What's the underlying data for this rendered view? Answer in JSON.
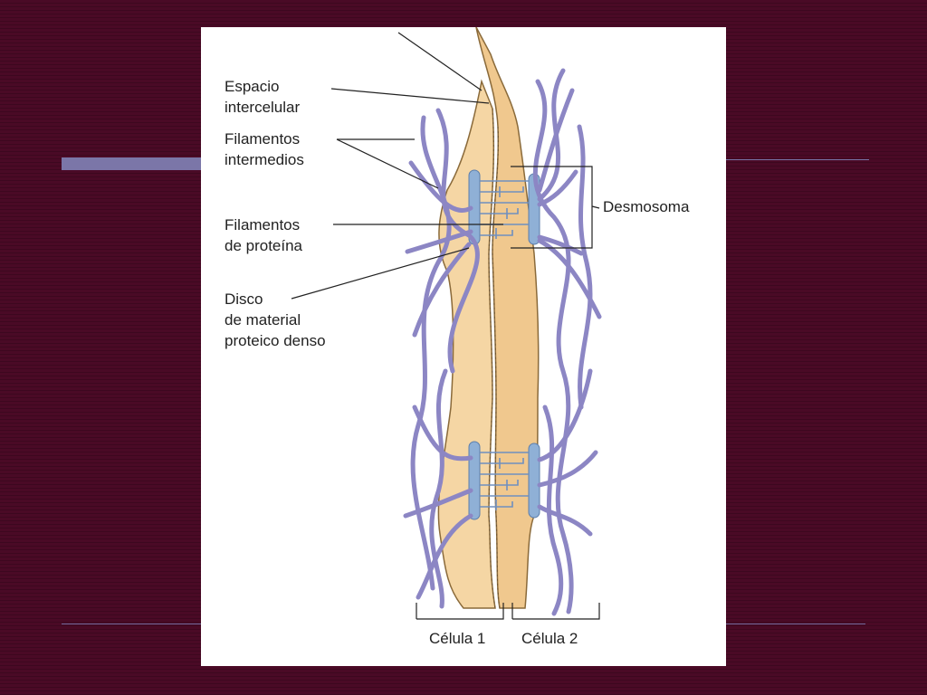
{
  "diagram": {
    "labels": {
      "espacio": "Espacio\nintercelular",
      "fil_intermedios": "Filamentos\nintermedios",
      "fil_proteina": "Filamentos\nde proteína",
      "disco": "Disco\nde material\nproteico denso",
      "desmosoma": "Desmosoma",
      "celula1": "Célula 1",
      "celula2": "Célula 2"
    },
    "colors": {
      "background": "#4a0a26",
      "accent_rule": "#7b76a8",
      "cell": "#f5d6a4",
      "cell_edge": "#8a6a3a",
      "filament": "#8c86c4",
      "plaque": "#8fb0d6"
    }
  }
}
